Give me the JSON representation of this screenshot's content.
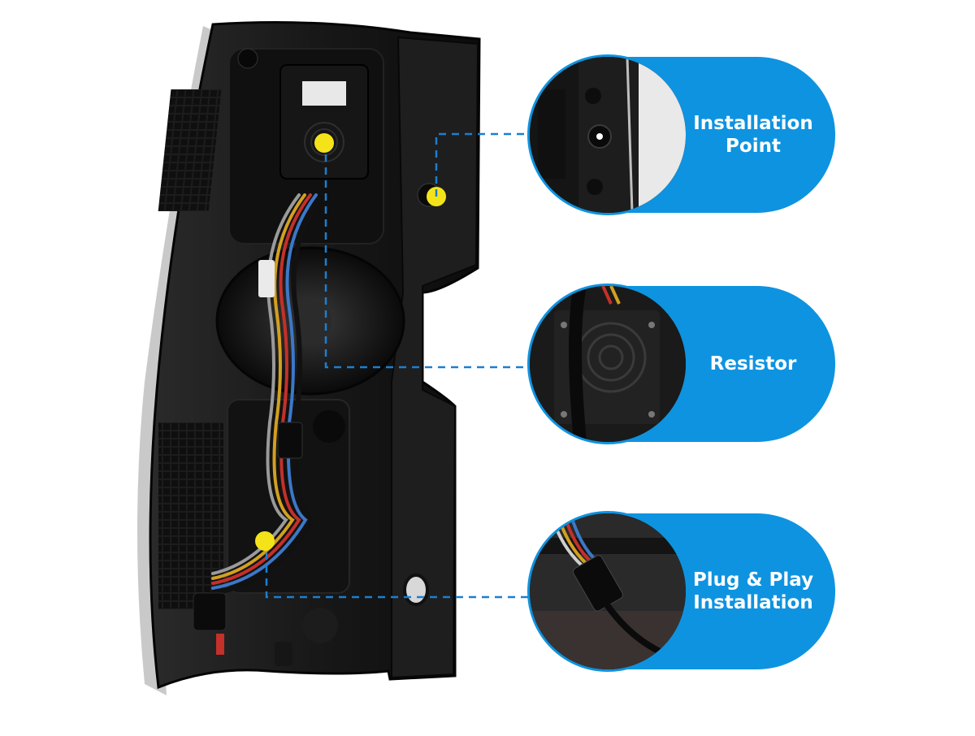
{
  "callouts": [
    {
      "id": "installation-point",
      "label": "Installation\nPoint"
    },
    {
      "id": "resistor",
      "label": "Resistor"
    },
    {
      "id": "plug-and-play",
      "label": "Plug & Play\nInstallation"
    }
  ],
  "colors": {
    "callout_blue": "#0e93e0",
    "marker_yellow": "#f5e31a",
    "leader_line": "#1a7fd0",
    "housing": "#141414"
  },
  "subject": "tail-light-housing-rear-view"
}
